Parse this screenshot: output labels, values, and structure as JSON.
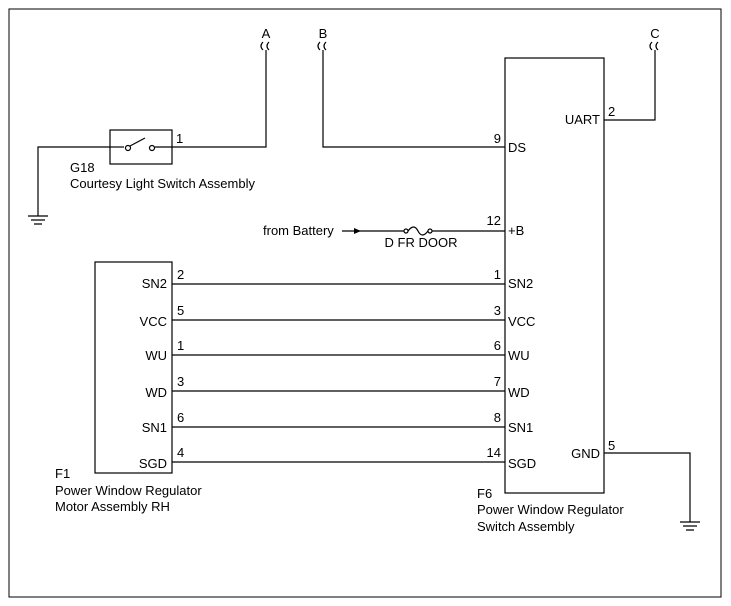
{
  "connectors": {
    "a": "A",
    "b": "B",
    "c": "C"
  },
  "g18": {
    "code": "G18",
    "name": "Courtesy Light Switch Assembly",
    "pin": "1"
  },
  "f1": {
    "code": "F1",
    "name_line1": "Power Window Regulator",
    "name_line2": "Motor Assembly RH",
    "pins": [
      {
        "label": "SN2",
        "num": "2"
      },
      {
        "label": "VCC",
        "num": "5"
      },
      {
        "label": "WU",
        "num": "1"
      },
      {
        "label": "WD",
        "num": "3"
      },
      {
        "label": "SN1",
        "num": "6"
      },
      {
        "label": "SGD",
        "num": "4"
      }
    ]
  },
  "f6": {
    "code": "F6",
    "name_line1": "Power Window Regulator",
    "name_line2": "Switch Assembly",
    "ds": {
      "label": "DS",
      "num": "9"
    },
    "b_plus": {
      "label": "+B",
      "num": "12"
    },
    "uart": {
      "label": "UART",
      "num": "2"
    },
    "gnd": {
      "label": "GND",
      "num": "5"
    },
    "pins": [
      {
        "label": "SN2",
        "num": "1"
      },
      {
        "label": "VCC",
        "num": "3"
      },
      {
        "label": "WU",
        "num": "6"
      },
      {
        "label": "WD",
        "num": "7"
      },
      {
        "label": "SN1",
        "num": "8"
      },
      {
        "label": "SGD",
        "num": "14"
      }
    ]
  },
  "battery": {
    "from_label": "from Battery",
    "fuse_label": "D FR DOOR"
  }
}
